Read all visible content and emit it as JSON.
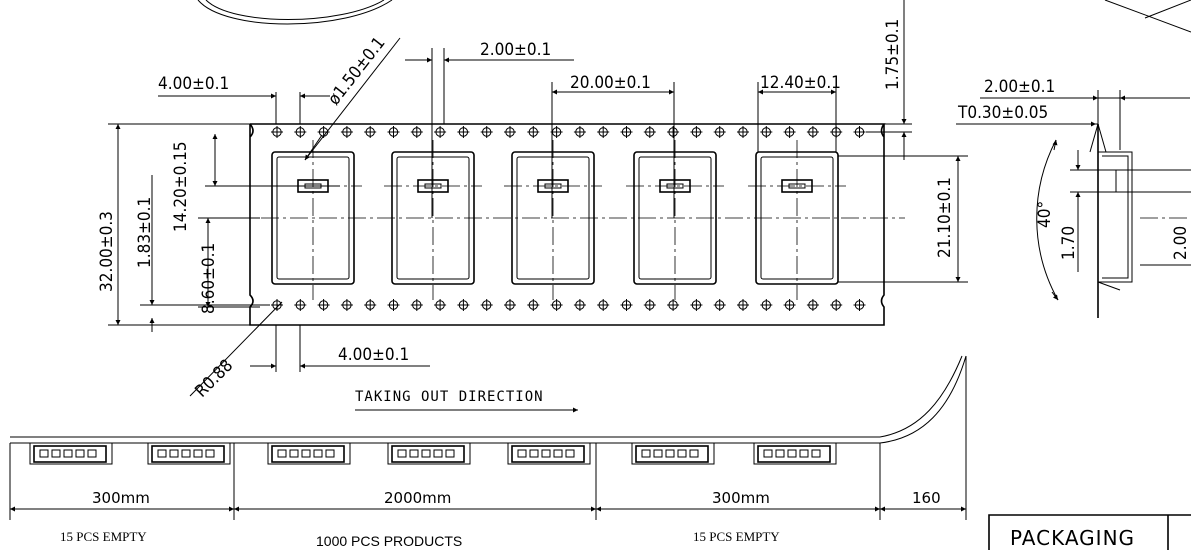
{
  "drawing": {
    "top_view": {
      "pitch_hole": "4.00±0.1",
      "hole_diameter": "ø1.50±0.1",
      "hole_to_pocket": "2.00±0.1",
      "pocket_pitch": "20.00±0.1",
      "pocket_width": "12.40±0.1",
      "edge_to_hole": "1.75±0.1",
      "tape_width": "32.00±0.3",
      "hole_line_to_slot": "14.20±0.15",
      "pocket_offset": "1.83±0.1",
      "center_offset": "8.60±0.1",
      "pocket_length": "21.10±0.1",
      "bottom_pitch": "4.00±0.1",
      "corner_radius": "R0.88"
    },
    "side_view": {
      "pocket_depth": "2.00±0.1",
      "thickness": "T0.30±0.05",
      "angle": "40°",
      "inner_depth": "1.70",
      "total_depth": "2.00"
    },
    "reel_strip": {
      "direction": "TAKING OUT DIRECTION",
      "lead_length": "300mm",
      "product_length": "2000mm",
      "trail_length": "300mm",
      "end_length": "160",
      "lead_note": "15 PCS EMPTY",
      "product_note": "1000 PCS PRODUCTS",
      "trail_note": "15 PCS EMPTY"
    },
    "title_block": {
      "label": "PACKAGING"
    }
  }
}
